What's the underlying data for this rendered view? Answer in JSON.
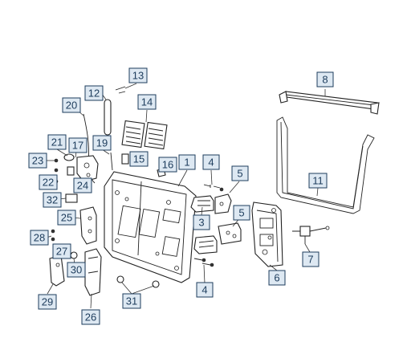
{
  "callouts": [
    {
      "id": "c1",
      "label": "1"
    },
    {
      "id": "c3",
      "label": "3"
    },
    {
      "id": "c4a",
      "label": "4"
    },
    {
      "id": "c4b",
      "label": "4"
    },
    {
      "id": "c5a",
      "label": "5"
    },
    {
      "id": "c5b",
      "label": "5"
    },
    {
      "id": "c6",
      "label": "6"
    },
    {
      "id": "c7",
      "label": "7"
    },
    {
      "id": "c8",
      "label": "8"
    },
    {
      "id": "c11",
      "label": "11"
    },
    {
      "id": "c12",
      "label": "12"
    },
    {
      "id": "c13",
      "label": "13"
    },
    {
      "id": "c14",
      "label": "14"
    },
    {
      "id": "c15",
      "label": "15"
    },
    {
      "id": "c16",
      "label": "16"
    },
    {
      "id": "c17",
      "label": "17"
    },
    {
      "id": "c19",
      "label": "19"
    },
    {
      "id": "c20",
      "label": "20"
    },
    {
      "id": "c21",
      "label": "21"
    },
    {
      "id": "c22",
      "label": "22"
    },
    {
      "id": "c23",
      "label": "23"
    },
    {
      "id": "c24",
      "label": "24"
    },
    {
      "id": "c25",
      "label": "25"
    },
    {
      "id": "c26",
      "label": "26"
    },
    {
      "id": "c27",
      "label": "27"
    },
    {
      "id": "c28",
      "label": "28"
    },
    {
      "id": "c29",
      "label": "29"
    },
    {
      "id": "c30",
      "label": "30"
    },
    {
      "id": "c31",
      "label": "31"
    },
    {
      "id": "c32",
      "label": "32"
    }
  ]
}
